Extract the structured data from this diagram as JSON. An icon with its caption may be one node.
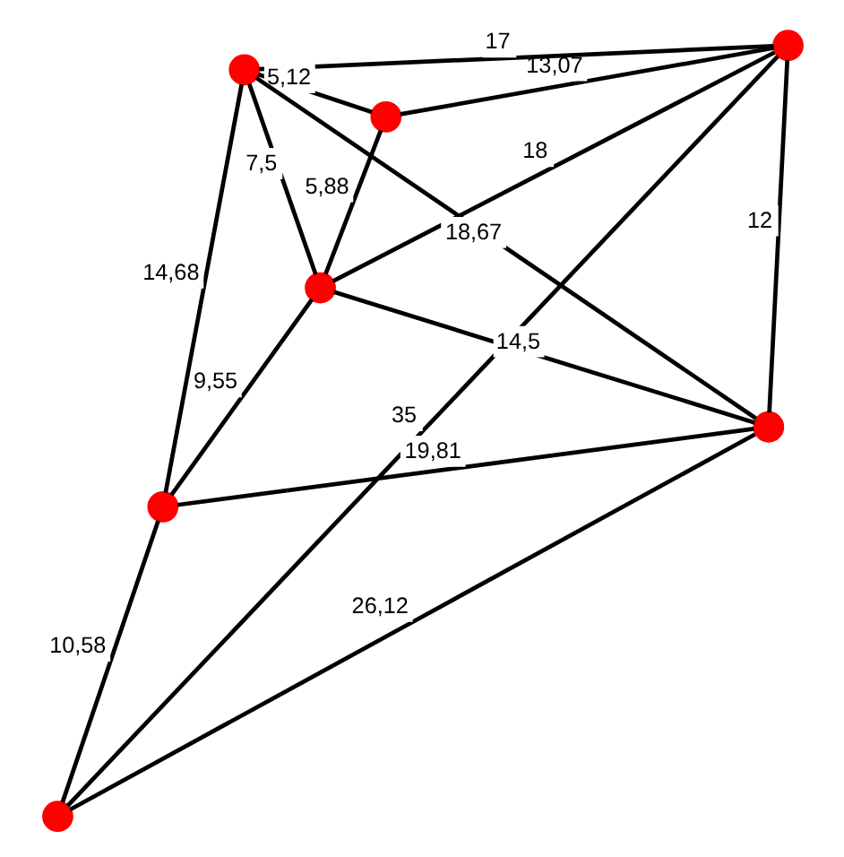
{
  "diagram": {
    "nodes": [
      {
        "text": [],
        "shape": "circle"
      },
      {
        "text": [],
        "shape": "circle"
      },
      {
        "text": [],
        "shape": "circle"
      },
      {
        "text": [],
        "shape": "circle"
      },
      {
        "text": [],
        "shape": "circle"
      },
      {
        "text": [],
        "shape": "circle"
      },
      {
        "text": [],
        "shape": "circle"
      }
    ],
    "edges": [
      {
        "from": 0,
        "to": 4,
        "arrow": "none",
        "label": "17"
      },
      {
        "from": 0,
        "to": 2,
        "arrow": "none",
        "label": "13,07"
      },
      {
        "from": 0,
        "to": 3,
        "arrow": "none",
        "label": "18"
      },
      {
        "from": 0,
        "to": 1,
        "arrow": "none",
        "label": "12"
      },
      {
        "from": 0,
        "to": 6,
        "arrow": "none",
        "label": "35"
      },
      {
        "from": 2,
        "to": 4,
        "arrow": "none",
        "label": "5,12"
      },
      {
        "from": 2,
        "to": 3,
        "arrow": "none",
        "label": "5,88"
      },
      {
        "from": 4,
        "to": 3,
        "arrow": "none",
        "label": "7,5"
      },
      {
        "from": 4,
        "to": 1,
        "arrow": "none",
        "label": "18,67"
      },
      {
        "from": 4,
        "to": 5,
        "arrow": "none",
        "label": "14,68"
      },
      {
        "from": 1,
        "to": 3,
        "arrow": "none",
        "label": "14,5"
      },
      {
        "from": 3,
        "to": 5,
        "arrow": "none",
        "label": "9,55"
      },
      {
        "from": 1,
        "to": 5,
        "arrow": "none",
        "label": "19,81"
      },
      {
        "from": 1,
        "to": 6,
        "arrow": "none",
        "label": "26,12"
      },
      {
        "from": 5,
        "to": 6,
        "arrow": "none",
        "label": "10,58"
      }
    ]
  }
}
